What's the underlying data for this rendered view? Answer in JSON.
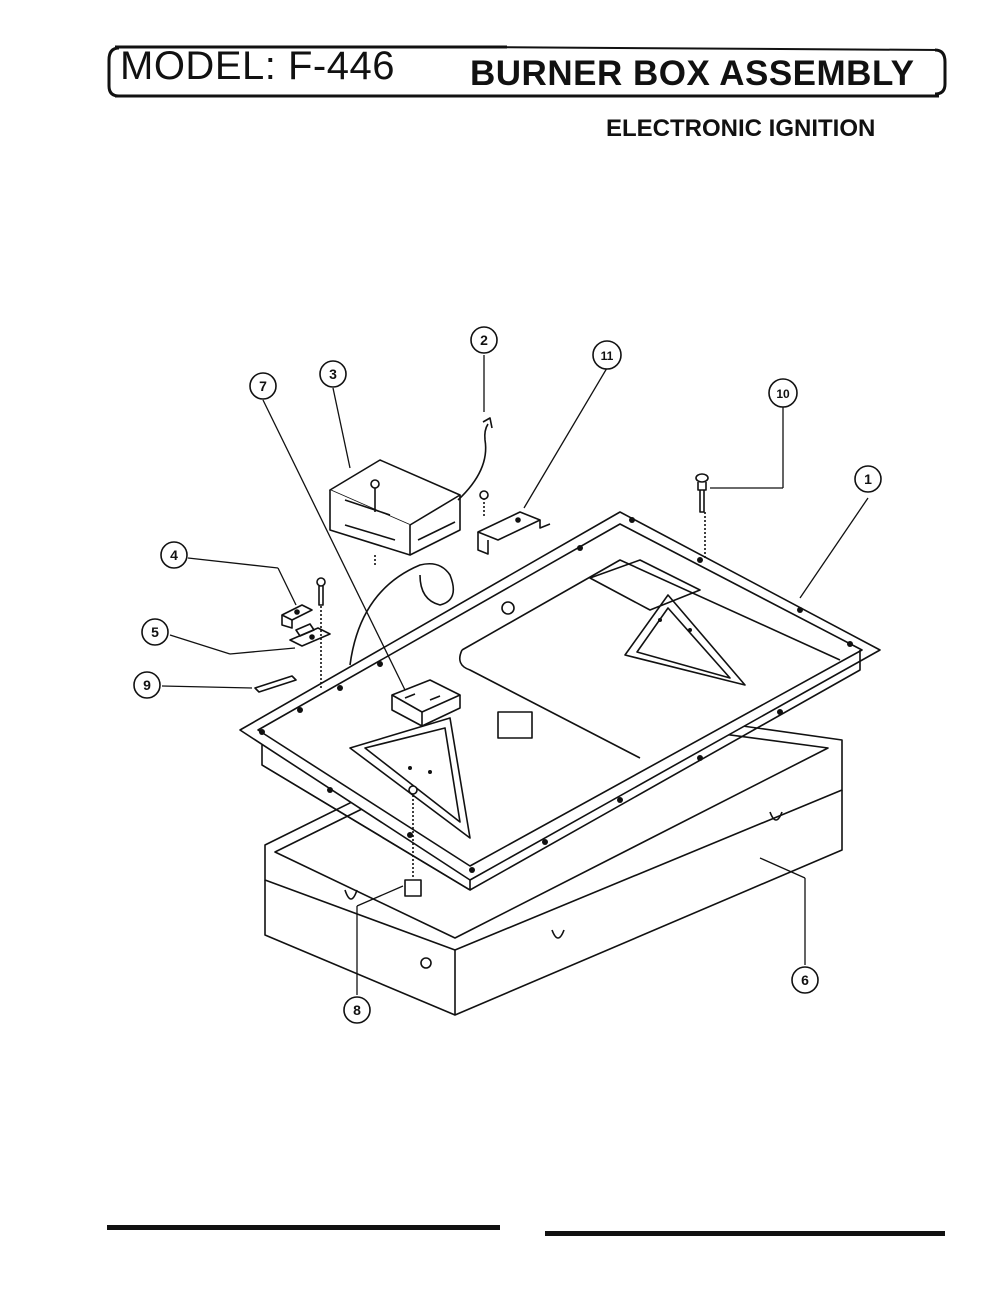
{
  "header": {
    "model": "MODEL: F-446",
    "title": "BURNER BOX ASSEMBLY",
    "subtitle": "ELECTRONIC IGNITION"
  },
  "callouts": [
    {
      "id": "c1",
      "label": "1"
    },
    {
      "id": "c2",
      "label": "2"
    },
    {
      "id": "c3",
      "label": "3"
    },
    {
      "id": "c4",
      "label": "4"
    },
    {
      "id": "c5",
      "label": "5"
    },
    {
      "id": "c6",
      "label": "6"
    },
    {
      "id": "c7",
      "label": "7"
    },
    {
      "id": "c8",
      "label": "8"
    },
    {
      "id": "c9",
      "label": "9"
    },
    {
      "id": "c10",
      "label": "10"
    },
    {
      "id": "c11",
      "label": "11"
    }
  ]
}
